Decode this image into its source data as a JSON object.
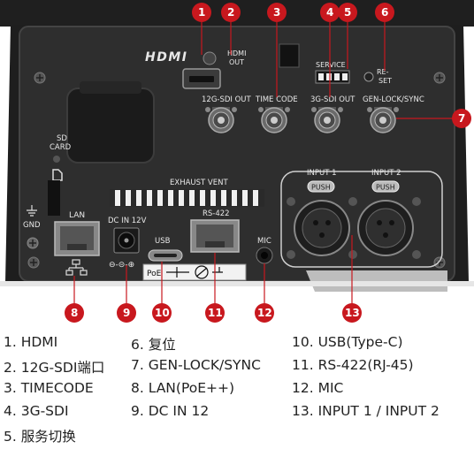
{
  "panel": {
    "hdmi_logo": "HDMI",
    "hdmi_out": "HDMI\nOUT",
    "sdi12g_out": "12G-SDI OUT",
    "time_code": "TIME CODE",
    "sdi3g_out": "3G-SDI OUT",
    "gen_lock_sync": "GEN-LOCK/SYNC",
    "service": "SERVICE",
    "reset": "RE-\nSET",
    "sd_card": "SD\nCARD",
    "gnd": "GND",
    "lan": "LAN",
    "exhaust_vent": "EXHAUST VENT",
    "dc_in": "DC IN 12V",
    "usb": "USB",
    "rs422": "RS-422",
    "mic": "MIC",
    "input1": "INPUT 1",
    "input2": "INPUT 2",
    "push": "PUSH",
    "poe": "PoE",
    "polarity": "⊖-⊝-⊕"
  },
  "callouts": [
    "1",
    "2",
    "3",
    "4",
    "5",
    "6",
    "7",
    "8",
    "9",
    "10",
    "11",
    "12",
    "13"
  ],
  "legend": [
    "1. HDMI",
    "2. 12G-SDI端口",
    "3. TIMECODE",
    "4. 3G-SDI",
    "5. 服务切换",
    "6. 复位",
    "7. GEN-LOCK/SYNC",
    "8. LAN(PoE++)",
    "9. DC IN 12",
    "10. USB(Type-C)",
    "11. RS-422(RJ-45)",
    "12. MIC",
    "13. INPUT 1 / INPUT 2"
  ],
  "colors": {
    "callout": "#c8181e",
    "panel": "#2b2b2b",
    "panel_light": "#3a3a3a"
  }
}
